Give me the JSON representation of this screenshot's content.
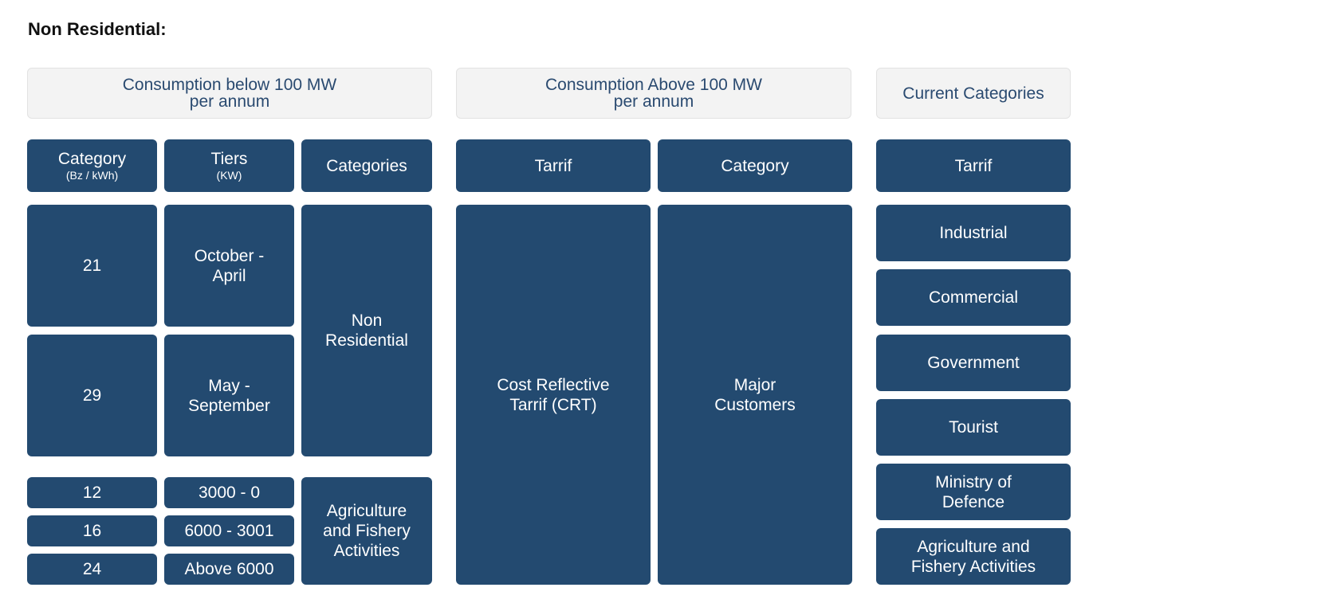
{
  "page_title": "Non Residential:",
  "groups": {
    "below": {
      "line1": "Consumption below 100 MW",
      "line2": "per annum"
    },
    "above": {
      "line1": "Consumption Above 100 MW",
      "line2": "per annum"
    },
    "current": {
      "label": "Current Categories"
    }
  },
  "columns": {
    "category": {
      "label": "Category",
      "unit": "(Bz / kWh)"
    },
    "tiers": {
      "label": "Tiers",
      "unit": "(KW)"
    },
    "categories": {
      "label": "Categories"
    },
    "tarrif_above": {
      "label": "Tarrif"
    },
    "category_above": {
      "label": "Category"
    },
    "tarrif_current": {
      "label": "Tarrif"
    }
  },
  "below": {
    "rates": [
      "21",
      "29",
      "12",
      "16",
      "24"
    ],
    "tiers": [
      "October - April",
      "May - September",
      "3000 - 0",
      "6000 - 3001",
      "Above 6000"
    ],
    "categories": [
      "Non Residential",
      "Agriculture and Fishery Activities"
    ]
  },
  "above": {
    "tarrif": "Cost Reflective Tarrif (CRT)",
    "category": "Major Customers"
  },
  "current": {
    "tarrifs": [
      "Industrial",
      "Commercial",
      "Government",
      "Tourist",
      "Ministry of Defence",
      "Agriculture and Fishery Activities"
    ]
  },
  "colors": {
    "box": "#234a70",
    "box_text": "#ffffff",
    "header_bg": "#f3f3f3",
    "header_text": "#2a4a70"
  }
}
